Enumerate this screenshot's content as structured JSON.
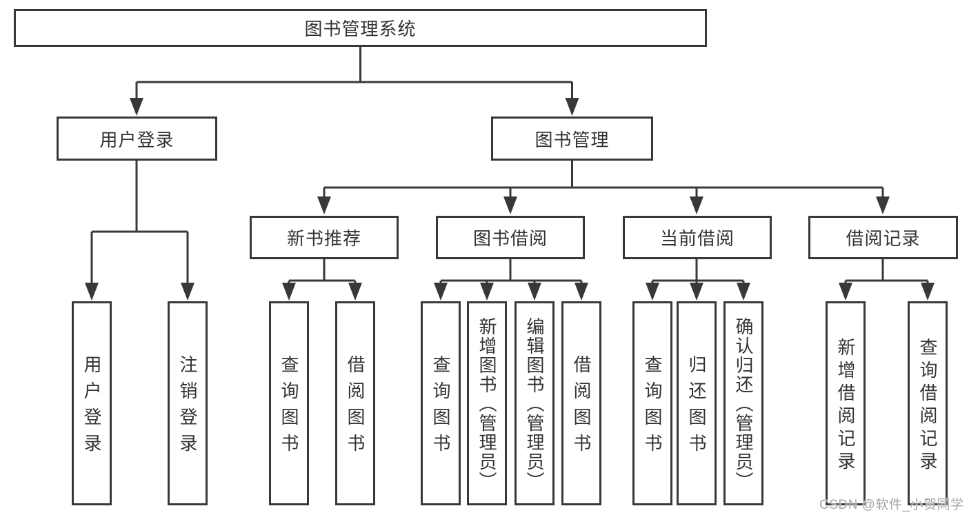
{
  "diagram_title": "图书管理系统",
  "tree": {
    "label": "图书管理系统",
    "children": [
      {
        "label": "用户登录",
        "children": [
          {
            "label": "用户登录"
          },
          {
            "label": "注销登录"
          }
        ]
      },
      {
        "label": "图书管理",
        "children": [
          {
            "label": "新书推荐",
            "children": [
              {
                "label": "查询图书"
              },
              {
                "label": "借阅图书"
              }
            ]
          },
          {
            "label": "图书借阅",
            "children": [
              {
                "label": "查询图书"
              },
              {
                "label": "新增图书（管理员）"
              },
              {
                "label": "编辑图书（管理员）"
              },
              {
                "label": "借阅图书"
              }
            ]
          },
          {
            "label": "当前借阅",
            "children": [
              {
                "label": "查询图书"
              },
              {
                "label": "归还图书"
              },
              {
                "label": "确认归还（管理员）"
              }
            ]
          },
          {
            "label": "借阅记录",
            "children": [
              {
                "label": "新增借阅记录"
              },
              {
                "label": "查询借阅记录"
              }
            ]
          }
        ]
      }
    ]
  },
  "watermark": {
    "text": "CSDN @软件_小贺同学"
  },
  "colors": {
    "background": "#ffffff",
    "line": "#383838",
    "box_border": "#383838",
    "text": "#333333",
    "watermark": "#a5a5a5"
  }
}
